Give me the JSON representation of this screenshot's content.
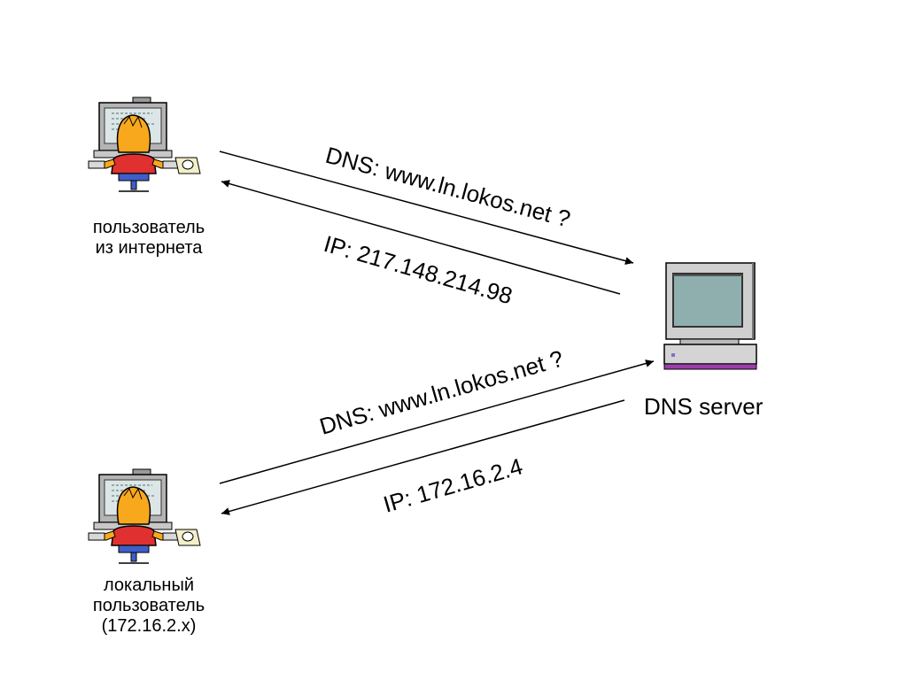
{
  "nodes": {
    "internet_user": {
      "label_lines": [
        "пользователь",
        "из интернета"
      ],
      "icon": "user-at-computer-icon"
    },
    "local_user": {
      "label_lines": [
        "локальный",
        "пользователь",
        "(172.16.2.x)"
      ],
      "icon": "user-at-computer-icon"
    },
    "dns_server": {
      "label": "DNS server",
      "icon": "desktop-computer-icon"
    }
  },
  "messages": {
    "internet_query": "DNS: www.ln.lokos.net ?",
    "internet_reply": "IP: 217.148.214.98",
    "local_query": "DNS: www.ln.lokos.net ?",
    "local_reply": "IP: 172.16.2.4"
  },
  "colors": {
    "skin": "#f8a81c",
    "monitor_bezel": "#c8c8c8",
    "screen": "#8fafae",
    "server_stripe": "#9b3fa8"
  }
}
